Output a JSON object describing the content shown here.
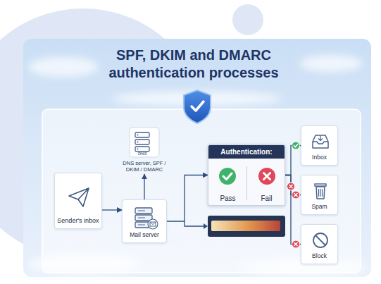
{
  "diagram": {
    "title": "SPF, DKIM and DMARC authentication processes",
    "nodes": [
      {
        "text": [
          "Sender's inbox"
        ]
      },
      {
        "text": [
          "DNS server, SPF / DKIM / DMARC"
        ]
      },
      {
        "text": [
          "Mail server"
        ]
      },
      {
        "text": [
          "Authentication:"
        ]
      },
      {
        "text": [
          "Pass"
        ],
        "in": 3
      },
      {
        "text": [
          "Fail"
        ],
        "in": 3
      },
      {
        "text": [
          "Inbox"
        ]
      },
      {
        "text": [
          "Spam"
        ]
      },
      {
        "text": [
          "Block"
        ]
      }
    ],
    "edges": [
      {
        "from": 0,
        "to": 2,
        "arrow": "to"
      },
      {
        "from": 2,
        "to": 1,
        "arrow": "to"
      },
      {
        "from": 2,
        "to": 3,
        "arrow": "to"
      },
      {
        "from": 3,
        "to": 6,
        "arrow": "none"
      },
      {
        "from": 3,
        "to": 7,
        "arrow": "none"
      },
      {
        "from": 3,
        "to": 8,
        "arrow": "none"
      }
    ],
    "labels": [
      "DNS"
    ]
  }
}
